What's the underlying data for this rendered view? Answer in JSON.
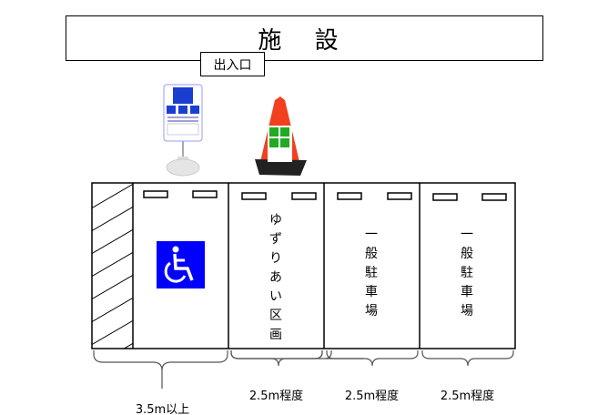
{
  "facility_label": "施 設",
  "entrance_label": "出入口",
  "spaces": [
    {
      "type": "accessible",
      "icon": "wheelchair-icon",
      "color": "#0000ff"
    },
    {
      "type": "priority",
      "label": "ゆずりあい区画"
    },
    {
      "type": "general",
      "label": "一般駐車場"
    },
    {
      "type": "general",
      "label": "一般駐車場"
    }
  ],
  "dimensions": [
    "3.5m以上",
    "2.5m程度",
    "2.5m程度",
    "2.5m程度"
  ],
  "signs": [
    "accessible-parking-stand-sign",
    "traffic-cone-sign"
  ]
}
